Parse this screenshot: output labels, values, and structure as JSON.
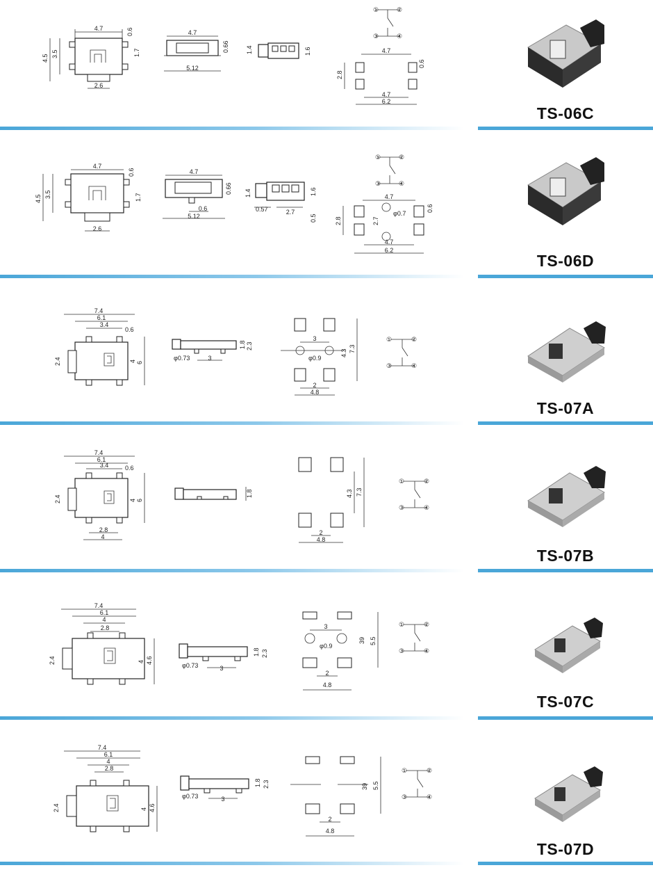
{
  "models": [
    {
      "name": "TS-06C",
      "top_dims": [
        "4.7",
        "0.6",
        "1.7",
        "3.5",
        "4.5",
        "2.6"
      ],
      "front_dims": [
        "4.7",
        "0.66",
        "5.12"
      ],
      "side_dims": [
        "1.4",
        "1.6"
      ],
      "pad_dims": [
        "4.7",
        "0.6",
        "2.8",
        "4.7",
        "6.2"
      ]
    },
    {
      "name": "TS-06D",
      "top_dims": [
        "4.7",
        "0.6",
        "1.7",
        "3.5",
        "4.5",
        "2.6"
      ],
      "front_dims": [
        "4.7",
        "0.66",
        "0.6",
        "5.12"
      ],
      "side_dims": [
        "1.4",
        "1.6",
        "0.57",
        "2.7",
        "0.5"
      ],
      "pad_dims": [
        "4.7",
        "φ0.7",
        "0.6",
        "2.8",
        "2.7",
        "4.7",
        "6.2"
      ]
    },
    {
      "name": "TS-07A",
      "top_dims": [
        "7.4",
        "6.1",
        "3.4",
        "0.6",
        "2.4",
        "4",
        "6"
      ],
      "front_dims": [
        "1.8",
        "2.3",
        "φ0.73",
        "3"
      ],
      "pad_dims": [
        "3",
        "φ0.9",
        "4.3",
        "7.3",
        "2",
        "4.8"
      ]
    },
    {
      "name": "TS-07B",
      "top_dims": [
        "7.4",
        "6.1",
        "3.4",
        "0.6",
        "2.4",
        "4",
        "6",
        "2.8",
        "4"
      ],
      "front_dims": [
        "1.8"
      ],
      "pad_dims": [
        "4.3",
        "7.3",
        "2",
        "4.8"
      ]
    },
    {
      "name": "TS-07C",
      "top_dims": [
        "7.4",
        "6.1",
        "4",
        "2.8",
        "2.4",
        "4",
        "4.6"
      ],
      "front_dims": [
        "1.8",
        "2.3",
        "φ0.73",
        "3"
      ],
      "pad_dims": [
        "3",
        "φ0.9",
        "39",
        "5.5",
        "2",
        "4.8"
      ]
    },
    {
      "name": "TS-07D",
      "top_dims": [
        "7.4",
        "6.1",
        "4",
        "2.8",
        "2.4",
        "4",
        "4.6"
      ],
      "front_dims": [
        "1.8",
        "2.3",
        "φ0.73",
        "3"
      ],
      "pad_dims": [
        "39",
        "5.5",
        "2",
        "4.8"
      ]
    }
  ],
  "pins": [
    "①",
    "②",
    "③",
    "④"
  ],
  "colors": {
    "separator": "#4aa6d8",
    "body_dark": "#2b2b2b",
    "metal": "#c9c9c9",
    "text": "#111111"
  }
}
